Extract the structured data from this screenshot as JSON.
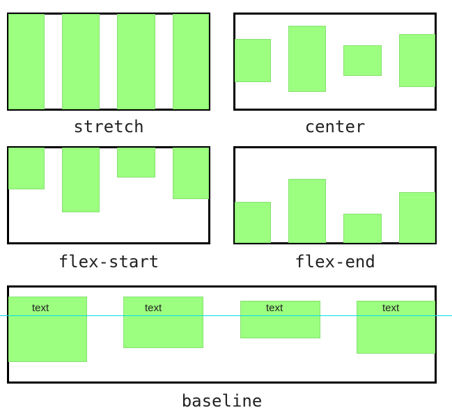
{
  "diagram": {
    "accent_color": "#9cff80",
    "guide_color": "#00e0e8",
    "panels": [
      {
        "id": "stretch",
        "caption": "stretch"
      },
      {
        "id": "center",
        "caption": "center"
      },
      {
        "id": "flex-start",
        "caption": "flex-start"
      },
      {
        "id": "flex-end",
        "caption": "flex-end"
      },
      {
        "id": "baseline",
        "caption": "baseline",
        "item_labels": [
          "text",
          "text",
          "text",
          "text"
        ]
      }
    ]
  }
}
